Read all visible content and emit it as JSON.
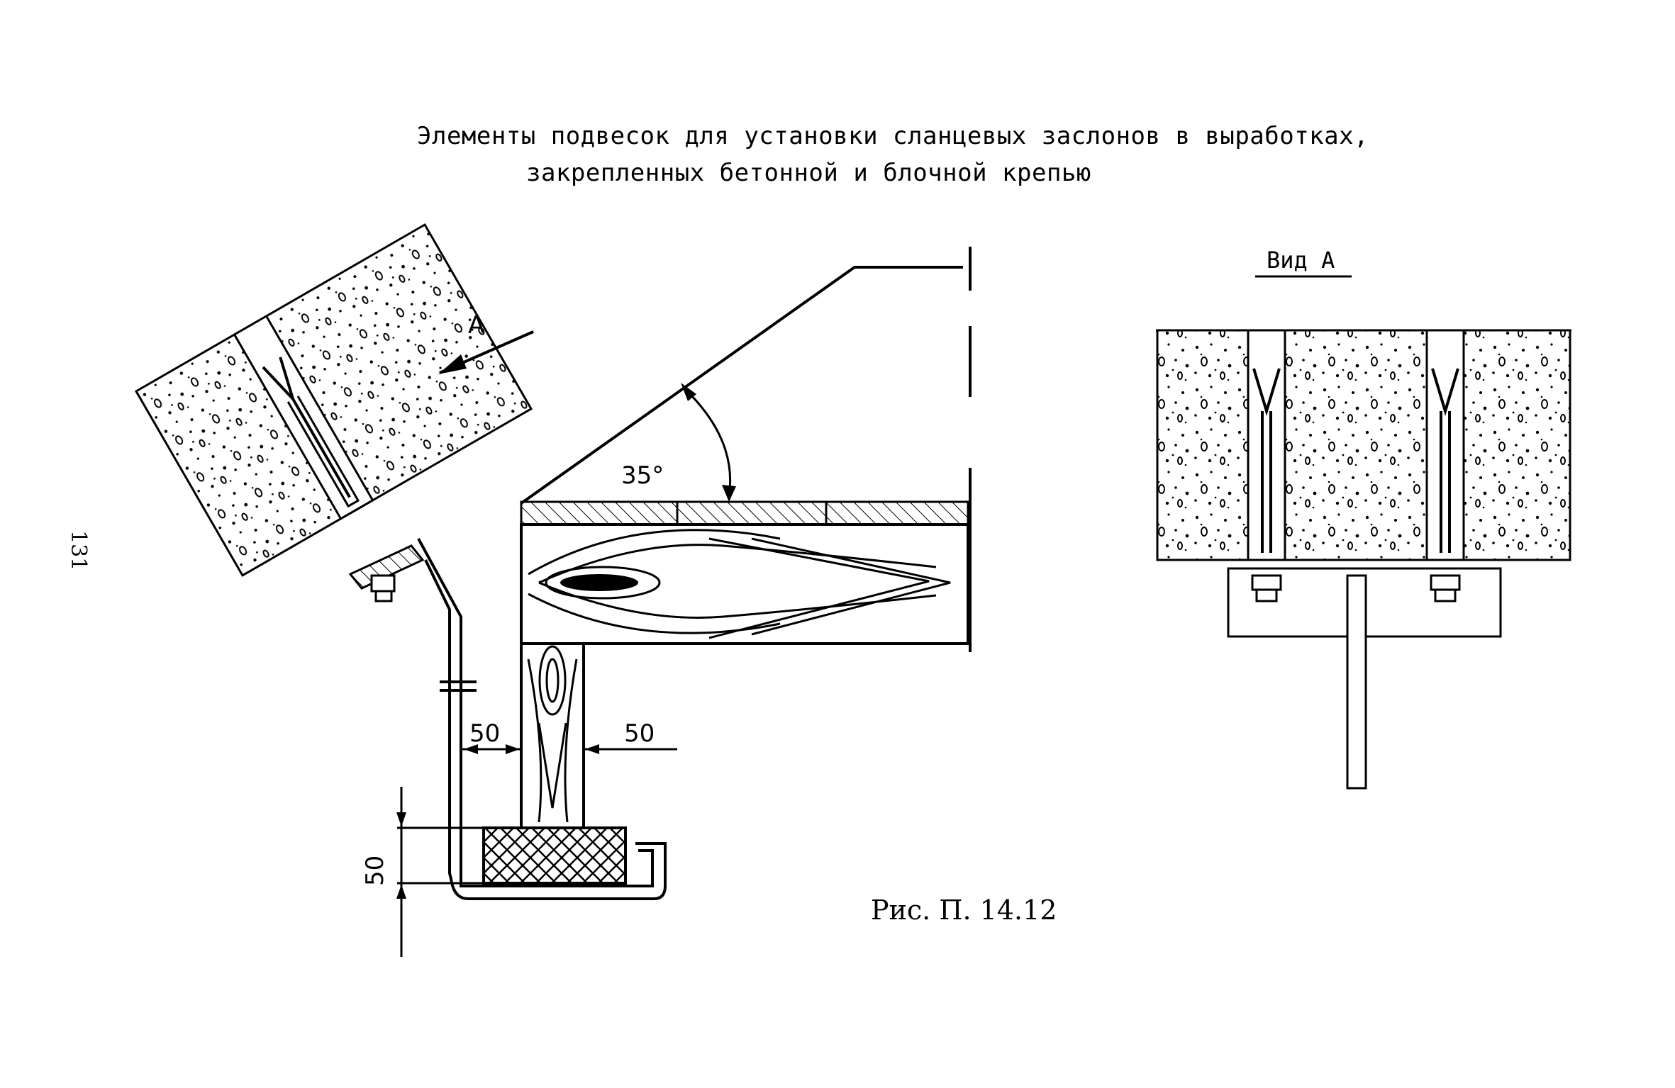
{
  "title": {
    "line1": "Элементы подвесок для установки сланцевых заслонов в выработках,",
    "line2": "закрепленных бетонной и блочной крепью"
  },
  "page_number": "131",
  "caption": "Рис. П. 14.12",
  "labels": {
    "arrow_view": "A",
    "angle": "35°",
    "dim_left": "50",
    "dim_right": "50",
    "dim_vertical": "50",
    "view_title": "Вид А"
  }
}
